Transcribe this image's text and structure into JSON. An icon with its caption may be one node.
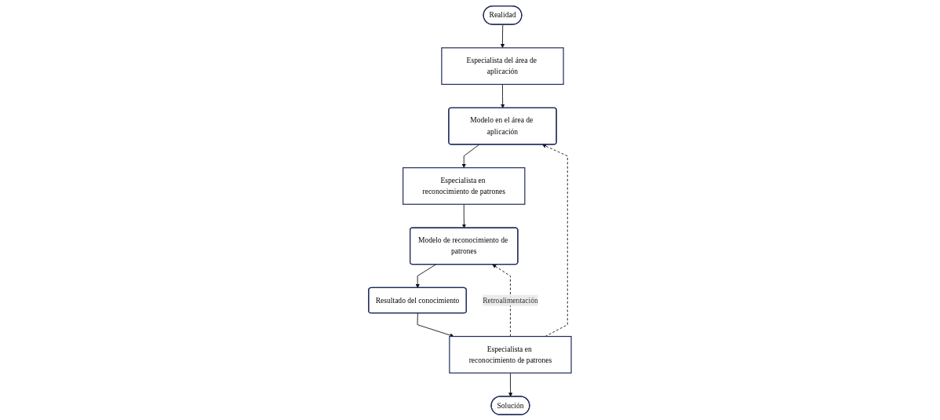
{
  "diagram": {
    "nodes": [
      {
        "text": [
          "Realidad"
        ]
      },
      {
        "text": [
          "Especialista del área de aplicación"
        ]
      },
      {
        "text": [
          "Modelo en el área de aplicación"
        ]
      },
      {
        "text": [
          "Especialista en reconocimiento de patrones"
        ]
      },
      {
        "text": [
          "Modelo de reconocimiento de patrones"
        ]
      },
      {
        "text": [
          "Resultado del conocimiento"
        ]
      },
      {
        "text": [
          "Especialista en reconocimiento de patrones"
        ]
      },
      {
        "text": [
          "Solución"
        ]
      }
    ],
    "edges": [
      {
        "from": 0,
        "to": 1,
        "arrow": "to"
      },
      {
        "from": 1,
        "to": 2,
        "arrow": "to"
      },
      {
        "from": 2,
        "to": 3,
        "arrow": "to"
      },
      {
        "from": 3,
        "to": 4,
        "arrow": "to"
      },
      {
        "from": 4,
        "to": 5,
        "arrow": "to"
      },
      {
        "from": 5,
        "to": 6,
        "arrow": "to"
      },
      {
        "from": 6,
        "to": 7,
        "arrow": "to"
      },
      {
        "from": 6,
        "to": 2,
        "arrow": "to",
        "style": "dashed"
      },
      {
        "from": 6,
        "to": 4,
        "arrow": "to",
        "style": "dashed",
        "label": "Retroalimentación"
      }
    ]
  }
}
